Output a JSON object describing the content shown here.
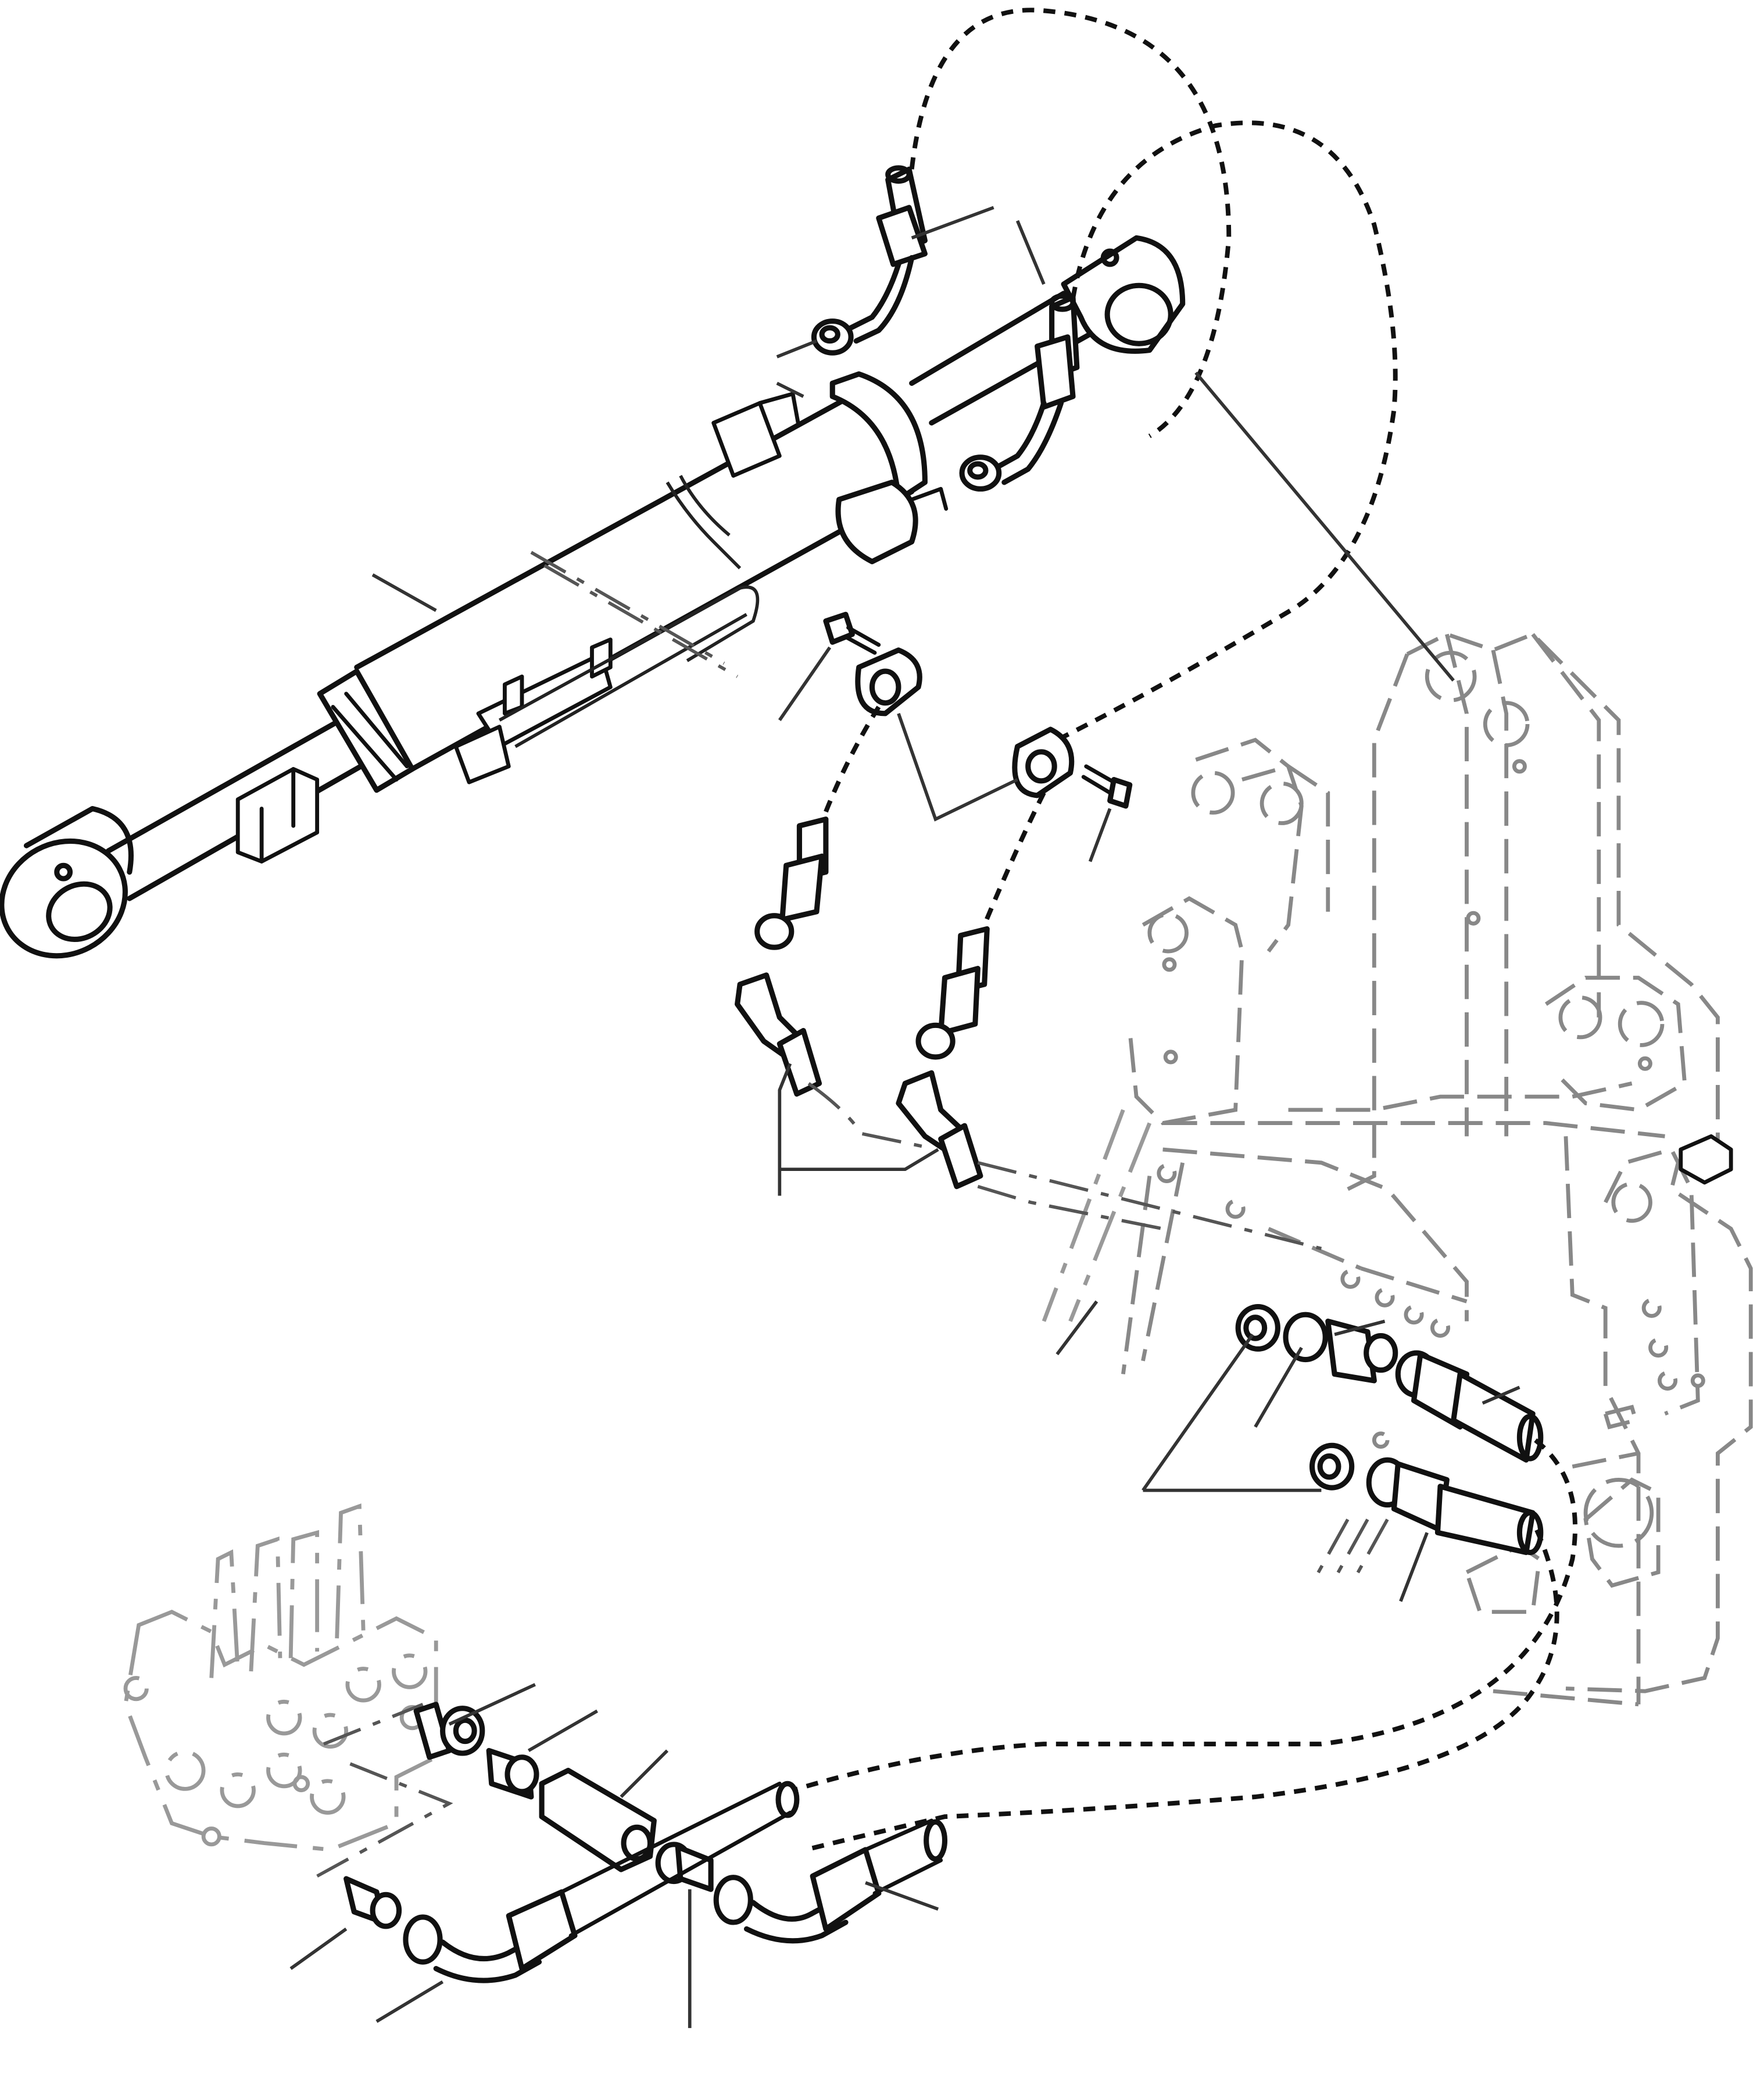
{
  "diagram": {
    "parts": [
      {
        "id": "lift-cylinder",
        "icon": "hydraulic-cylinder-icon"
      },
      {
        "id": "hose-upper-1",
        "icon": "hose-icon"
      },
      {
        "id": "hose-upper-2",
        "icon": "hose-icon"
      },
      {
        "id": "clamp-1",
        "icon": "clamp-icon"
      },
      {
        "id": "clamp-2",
        "icon": "clamp-icon"
      },
      {
        "id": "bolt-1",
        "icon": "bolt-icon"
      },
      {
        "id": "bolt-2",
        "icon": "bolt-icon"
      },
      {
        "id": "elbow-1",
        "icon": "elbow-fitting-icon"
      },
      {
        "id": "elbow-2",
        "icon": "elbow-fitting-icon"
      },
      {
        "id": "bulkhead-union-1",
        "icon": "union-fitting-icon"
      },
      {
        "id": "bulkhead-union-2",
        "icon": "union-fitting-icon"
      },
      {
        "id": "hose-lower-1",
        "icon": "hose-icon"
      },
      {
        "id": "hose-lower-2",
        "icon": "hose-icon"
      },
      {
        "id": "adapter-1",
        "icon": "adapter-icon"
      },
      {
        "id": "adapter-2",
        "icon": "adapter-icon"
      },
      {
        "id": "adapter-3",
        "icon": "adapter-icon"
      },
      {
        "id": "restrictor-block",
        "icon": "block-fitting-icon"
      },
      {
        "id": "control-valve",
        "icon": "control-valve-icon"
      },
      {
        "id": "mast-frame",
        "icon": "frame-icon"
      }
    ]
  }
}
